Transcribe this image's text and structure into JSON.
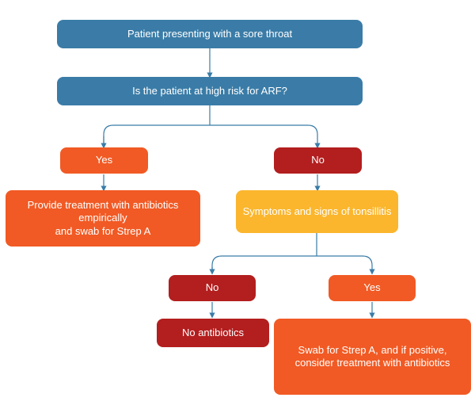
{
  "colors": {
    "blue": "#3a7ca7",
    "orange": "#f15a24",
    "red": "#b31e1e",
    "yellow": "#fbb62d",
    "line": "#3a7ca7"
  },
  "nodes": {
    "start": "Patient presenting with a sore throat",
    "risk_question": "Is the patient at high risk for ARF?",
    "high_risk_yes": "Yes",
    "high_risk_no": "No",
    "empiric_treatment": "Provide treatment with antibiotics\nempirically\nand swab for Strep A",
    "tonsillitis_question": "Symptoms and signs of tonsillitis",
    "tonsillitis_no": "No",
    "tonsillitis_yes": "Yes",
    "no_antibiotics": "No antibiotics",
    "swab_treatment": "Swab for Strep A, and if positive,\nconsider treatment with antibiotics"
  }
}
